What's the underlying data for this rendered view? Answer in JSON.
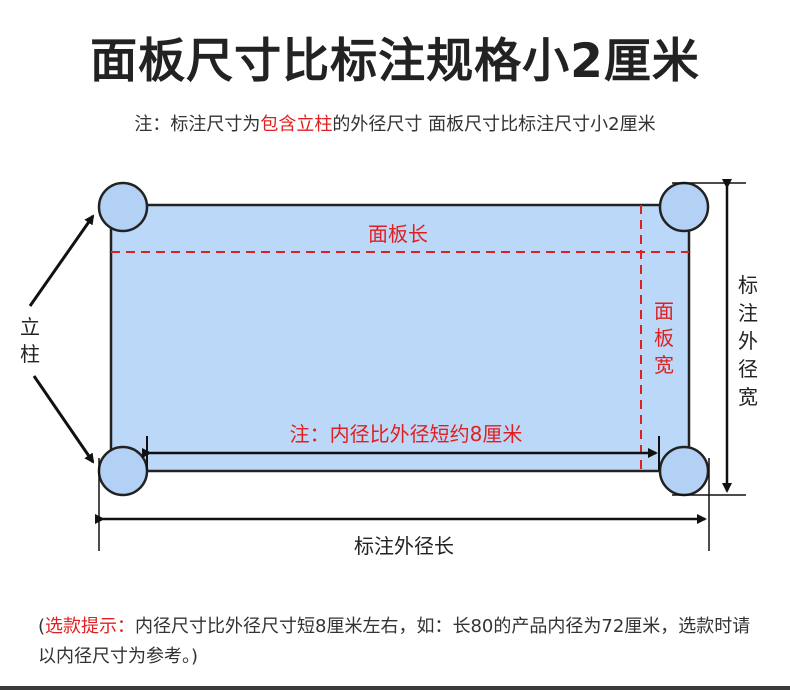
{
  "title": "面板尺寸比标注规格小2厘米",
  "note": {
    "prefix": "注：标注尺寸为",
    "highlight": "包含立柱",
    "suffix": "的外径尺寸 面板尺寸比标注尺寸小2厘米"
  },
  "diagram": {
    "panel_length_label": "面板长",
    "panel_width_label": "面板宽",
    "post_label": "立柱",
    "inner_outer_note": "注：内径比外径短约8厘米",
    "outer_width_label": "标注外径宽",
    "outer_length_label": "标注外径长"
  },
  "tip": {
    "open_paren": "(",
    "label": "选款提示：",
    "text": "内径尺寸比外径尺寸短8厘米左右，如：长80的产品内径为72厘米，选款时请以内径尺寸为参考。)"
  },
  "colors": {
    "panel_fill": "#bcd8f8",
    "post_fill": "#b3d1f4",
    "outline": "#222222",
    "dashed_red": "#e02020",
    "highlight_red": "#e02020"
  }
}
